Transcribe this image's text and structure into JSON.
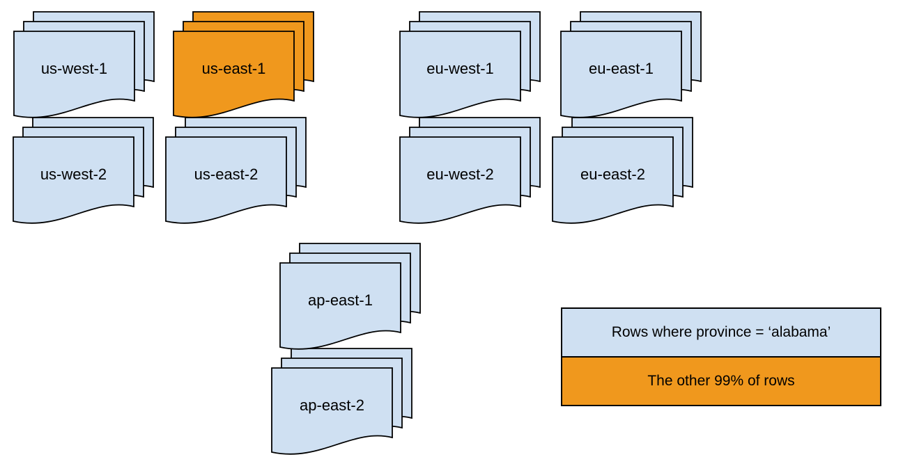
{
  "colors": {
    "region_fill": "#CFE0F2",
    "highlight_fill": "#F0981D",
    "stroke": "#000000",
    "background": "#FFFFFF"
  },
  "regions": [
    {
      "id": "us-west-1",
      "label": "us-west-1",
      "highlighted": false
    },
    {
      "id": "us-east-1",
      "label": "us-east-1",
      "highlighted": true
    },
    {
      "id": "eu-west-1",
      "label": "eu-west-1",
      "highlighted": false
    },
    {
      "id": "eu-east-1",
      "label": "eu-east-1",
      "highlighted": false
    },
    {
      "id": "us-west-2",
      "label": "us-west-2",
      "highlighted": false
    },
    {
      "id": "us-east-2",
      "label": "us-east-2",
      "highlighted": false
    },
    {
      "id": "eu-west-2",
      "label": "eu-west-2",
      "highlighted": false
    },
    {
      "id": "eu-east-2",
      "label": "eu-east-2",
      "highlighted": false
    },
    {
      "id": "ap-east-1",
      "label": "ap-east-1",
      "highlighted": false
    },
    {
      "id": "ap-east-2",
      "label": "ap-east-2",
      "highlighted": false
    }
  ],
  "legend": {
    "rows": [
      {
        "label": "Rows where province = ‘alabama’",
        "style": "default"
      },
      {
        "label": "The other 99% of rows",
        "style": "highlight"
      }
    ]
  }
}
